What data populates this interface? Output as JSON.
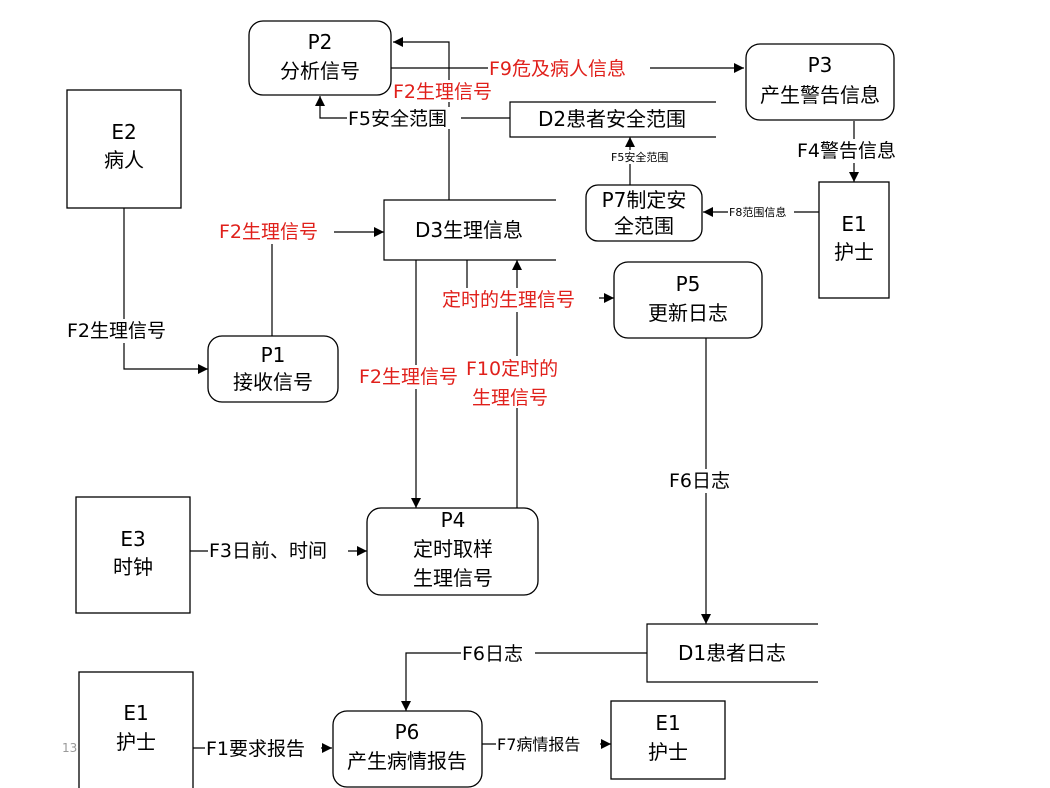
{
  "nodes": {
    "p2": {
      "line1": "P2",
      "line2": "分析信号"
    },
    "p3": {
      "line1": "P3",
      "line2": "产生警告信息"
    },
    "e2": {
      "line1": "E2",
      "line2": "病人"
    },
    "d2": {
      "label": "D2患者安全范围"
    },
    "p7": {
      "line1": "P7制定安",
      "line2": "全范围"
    },
    "e1_top": {
      "line1": "E1",
      "line2": "护士"
    },
    "d3": {
      "label": "D3生理信息"
    },
    "p5": {
      "line1": "P5",
      "line2": "更新日志"
    },
    "p1": {
      "line1": "P1",
      "line2": "接收信号"
    },
    "e3": {
      "line1": "E3",
      "line2": "时钟"
    },
    "p4": {
      "line1": "P4",
      "line2": "定时取样",
      "line3": "生理信号"
    },
    "d1": {
      "label": "D1患者日志"
    },
    "e1_bottom": {
      "line1": "E1",
      "line2": "护士"
    },
    "p6": {
      "line1": "P6",
      "line2": "产生病情报告"
    },
    "e1_right": {
      "line1": "E1",
      "line2": "护士"
    }
  },
  "flows": {
    "f9": "F9危及病人信息",
    "f2_top": "F2生理信号",
    "f5_top": "F5安全范围",
    "f4": "F4警告信息",
    "f5_small": "F5安全范围",
    "f8": "F8范围信息",
    "f2_to_d3": "F2生理信号",
    "f2_e2": "F2生理信号",
    "timed": "定时的生理信号",
    "f2_mid": "F2生理信号",
    "f10_line1": "F10定时的",
    "f10_line2": "生理信号",
    "f6_vertical": "F6日志",
    "f3": "F3日前、时间",
    "f6_left": "F6日志",
    "f1": "F1要求报告",
    "f7": "F7病情报告"
  },
  "page_number": "13",
  "colors": {
    "line": "#000000",
    "red_text": "#e0201b",
    "background": "#ffffff"
  }
}
